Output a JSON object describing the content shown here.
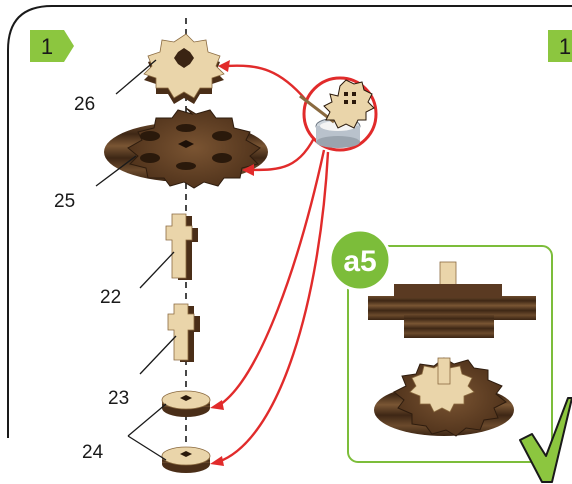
{
  "step": {
    "number": "1",
    "next_number": "1",
    "badge_color": "#8cc63f"
  },
  "parts": [
    {
      "id": "26",
      "label": "26"
    },
    {
      "id": "25",
      "label": "25"
    },
    {
      "id": "22",
      "label": "22"
    },
    {
      "id": "23",
      "label": "23"
    },
    {
      "id": "24",
      "label": "24"
    }
  ],
  "inset": {
    "label": "a5",
    "accent_color": "#7cbd3a",
    "check_icon": "checkmark-icon"
  },
  "glue_callout": {
    "icon": "glue-pot-icon",
    "arrow_color": "#e12b2b"
  },
  "colors": {
    "wood_dark": "#5a3a22",
    "wood_light": "#e9d3a8",
    "frame": "#1a1a1a"
  }
}
